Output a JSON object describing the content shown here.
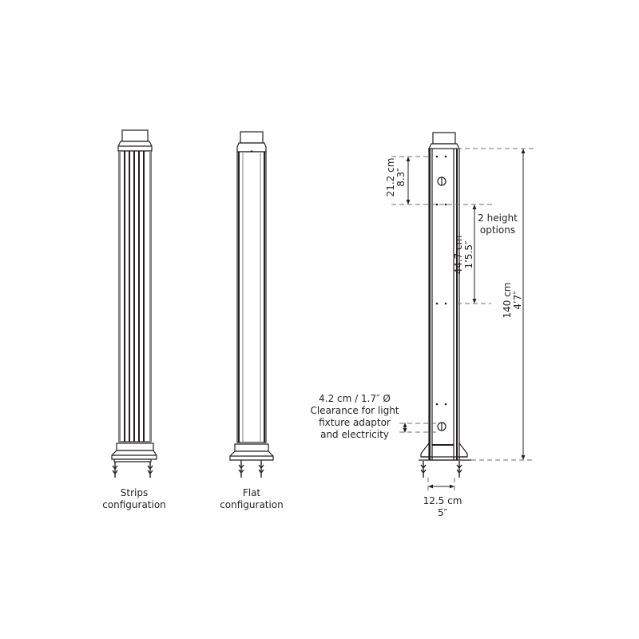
{
  "figures": [
    {
      "id": "strips",
      "caption_line1": "Strips",
      "caption_line2": "configuration"
    },
    {
      "id": "flat",
      "caption_line1": "Flat",
      "caption_line2": "configuration"
    },
    {
      "id": "dimensioned",
      "caption_line1": "",
      "caption_line2": ""
    }
  ],
  "dimensions": {
    "top_offset": {
      "metric": "21.2 cm",
      "imperial": "8.3″"
    },
    "adjustable_span": {
      "metric": "44.7 cm",
      "imperial": "1’5.5″"
    },
    "height_options_note": {
      "line1": "2 height",
      "line2": "options"
    },
    "total_height": {
      "metric": "140 cm",
      "imperial": "4’7″"
    },
    "base_width": {
      "metric": "12.5 cm",
      "imperial": "5″"
    },
    "clearance": {
      "line1": "4.2 cm / 1.7″  Ø",
      "line2": "Clearance for light",
      "line3": "fixture adaptor",
      "line4": "and electricity"
    }
  },
  "colors": {
    "line": "#231f20",
    "dash": "#6d6e71",
    "background": "#ffffff"
  }
}
